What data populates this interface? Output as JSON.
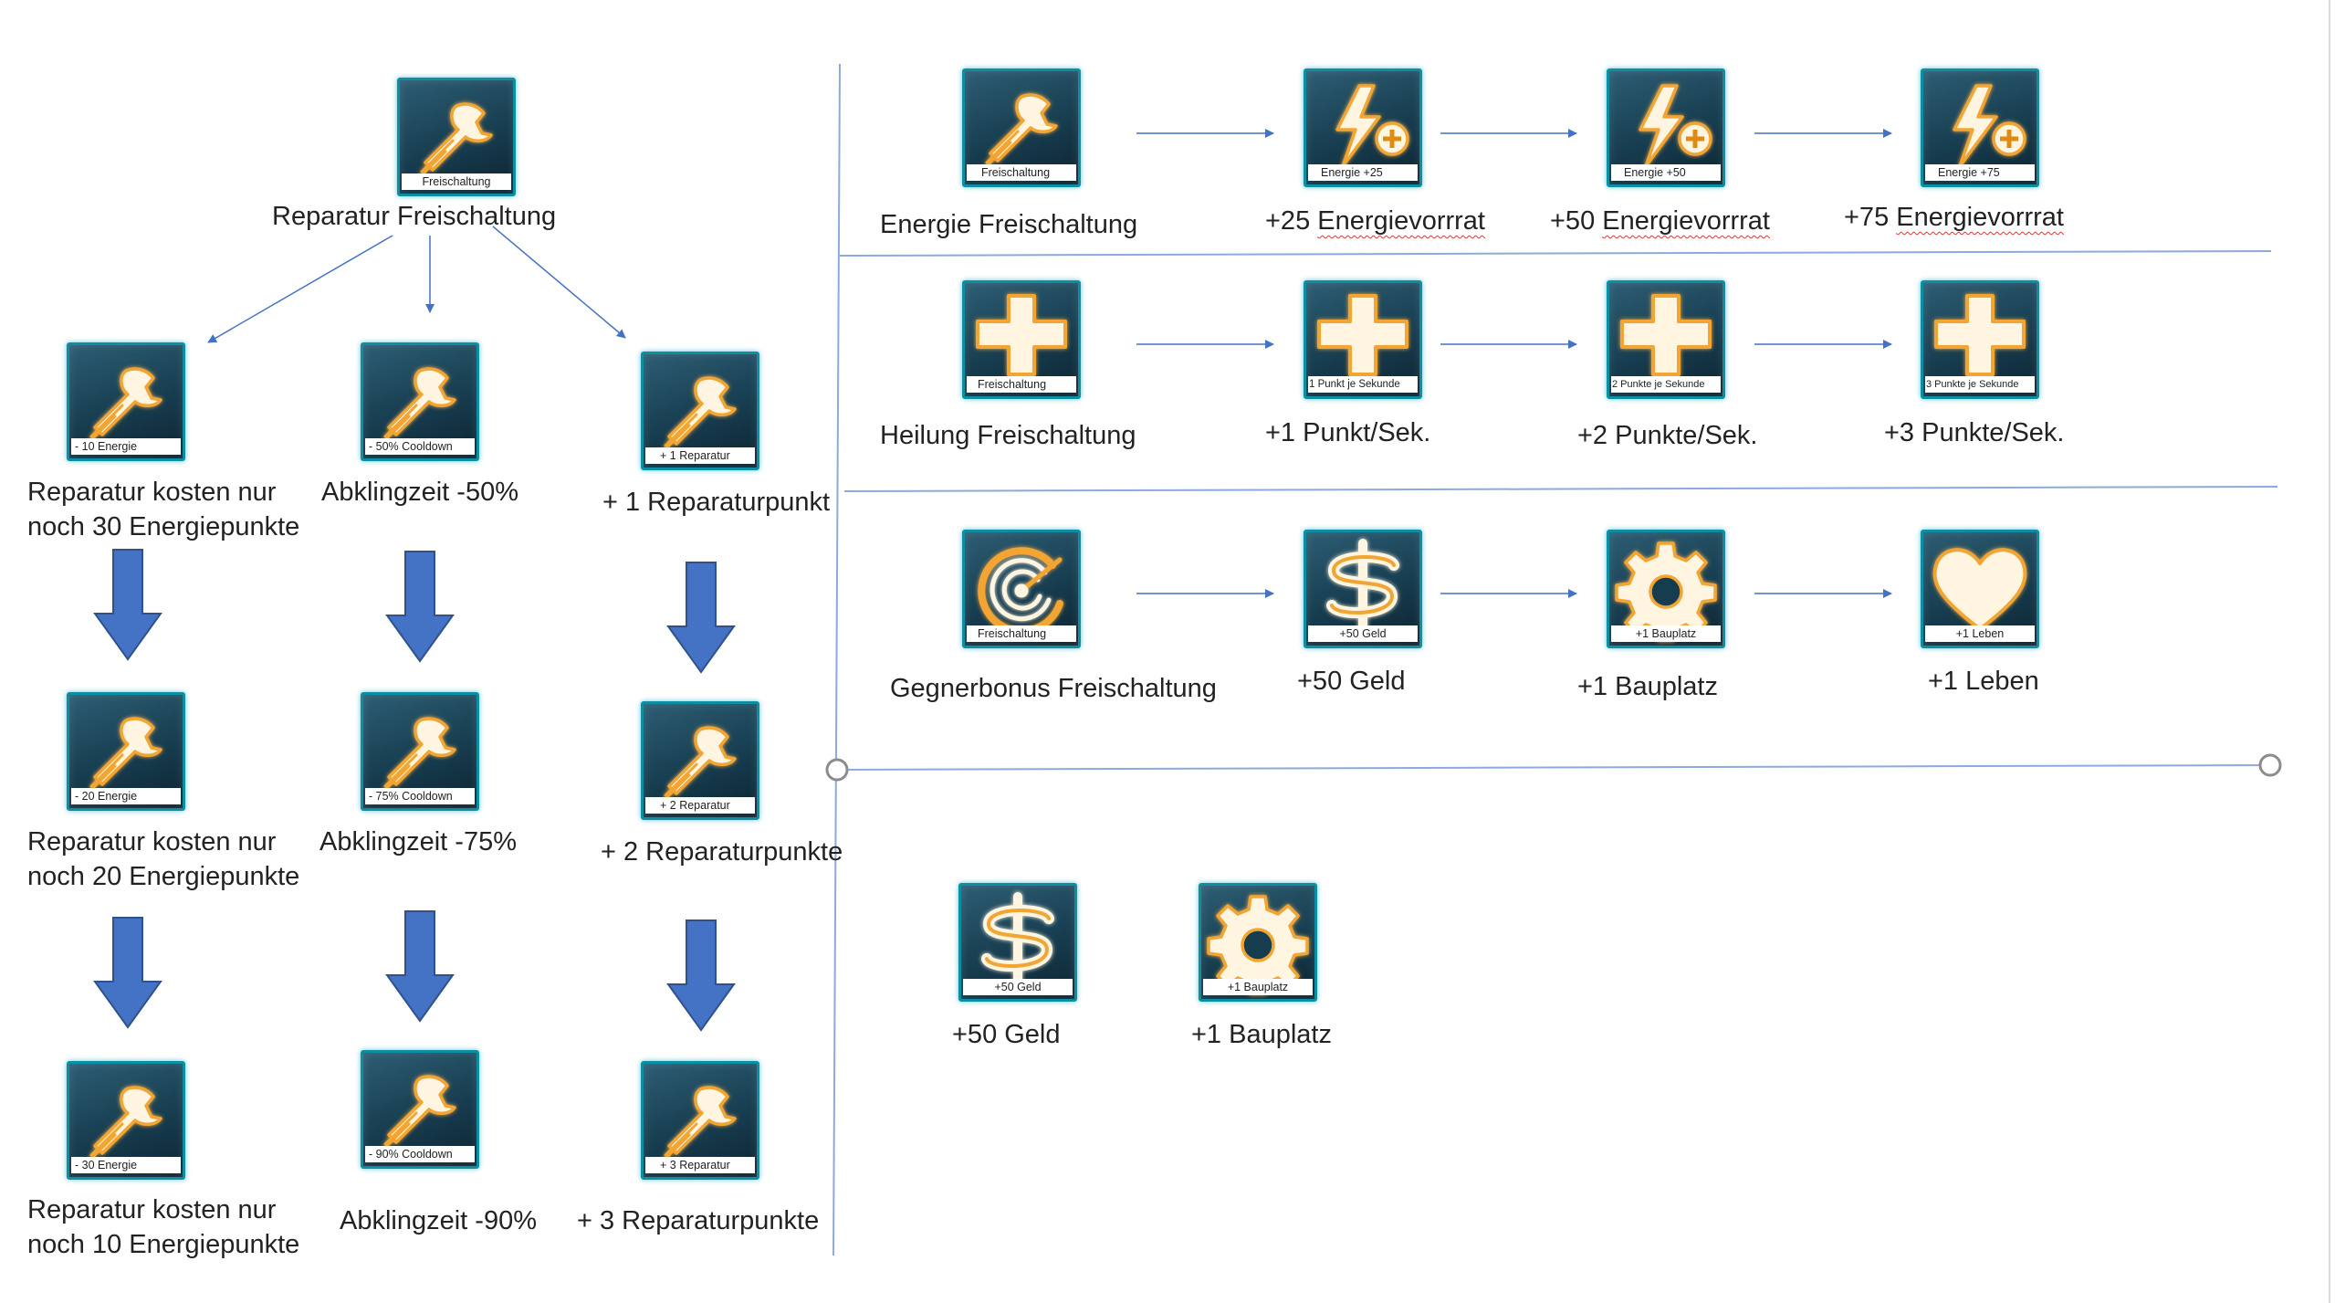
{
  "repair_tree": {
    "root": {
      "caption": "Freischaltung",
      "label": "Reparatur Freischaltung",
      "icon": "wrench-icon"
    },
    "columns": [
      {
        "steps": [
          {
            "caption": "- 10 Energie",
            "label": "Reparatur kosten nur noch 30 Energiepunkte",
            "icon": "wrench-icon"
          },
          {
            "caption": "- 20 Energie",
            "label": "Reparatur kosten nur noch 20 Energiepunkte",
            "icon": "wrench-icon"
          },
          {
            "caption": "- 30 Energie",
            "label": "Reparatur kosten nur noch 10 Energiepunkte",
            "icon": "wrench-icon"
          }
        ]
      },
      {
        "steps": [
          {
            "caption": "- 50% Cooldown",
            "label": "Abklingzeit -50%",
            "icon": "wrench-icon"
          },
          {
            "caption": "- 75% Cooldown",
            "label": "Abklingzeit -75%",
            "icon": "wrench-icon"
          },
          {
            "caption": "- 90% Cooldown",
            "label": "Abklingzeit -90%",
            "icon": "wrench-icon"
          }
        ]
      },
      {
        "steps": [
          {
            "caption": "+ 1 Reparatur",
            "label": "+ 1 Reparaturpunkt",
            "icon": "wrench-icon"
          },
          {
            "caption": "+ 2 Reparatur",
            "label": "+ 2 Reparaturpunkte",
            "icon": "wrench-icon"
          },
          {
            "caption": "+ 3 Reparatur",
            "label": "+ 3 Reparaturpunkte",
            "icon": "wrench-icon"
          }
        ]
      }
    ]
  },
  "rows": [
    {
      "nodes": [
        {
          "caption": "Freischaltung",
          "label": "Energie Freischaltung",
          "icon": "wrench-icon"
        },
        {
          "caption": "Energie +25",
          "label": "+25 Energievorrrat",
          "icon": "lightning-plus-icon"
        },
        {
          "caption": "Energie +50",
          "label": "+50 Energievorrrat",
          "icon": "lightning-plus-icon"
        },
        {
          "caption": "Energie +75",
          "label": "+75 Energievorrrat",
          "icon": "lightning-plus-icon"
        }
      ]
    },
    {
      "nodes": [
        {
          "caption": "Freischaltung",
          "label": "Heilung Freischaltung",
          "icon": "cross-icon"
        },
        {
          "caption": "1 Punkt je Sekunde",
          "label": "+1 Punkt/Sek.",
          "icon": "cross-icon"
        },
        {
          "caption": "2 Punkte je Sekunde",
          "label": "+2 Punkte/Sek.",
          "icon": "cross-icon"
        },
        {
          "caption": "3 Punkte je Sekunde",
          "label": "+3 Punkte/Sek.",
          "icon": "cross-icon"
        }
      ]
    },
    {
      "nodes": [
        {
          "caption": "Freischaltung",
          "label": "Gegnerbonus Freischaltung",
          "icon": "radar-icon"
        },
        {
          "caption": "+50 Geld",
          "label": "+50 Geld",
          "icon": "dollar-icon"
        },
        {
          "caption": "+1 Bauplatz",
          "label": "+1 Bauplatz",
          "icon": "gear-icon"
        },
        {
          "caption": "+1 Leben",
          "label": "+1 Leben",
          "icon": "heart-icon"
        }
      ]
    }
  ],
  "extras": [
    {
      "caption": "+50 Geld",
      "label": "+50 Geld",
      "icon": "dollar-icon"
    },
    {
      "caption": "+1 Bauplatz",
      "label": "+1 Bauplatz",
      "icon": "gear-icon"
    }
  ],
  "colors": {
    "icon_glow": "#f2a533",
    "icon_frame": "#0c8fa3",
    "arrow_blue": "#4472c4",
    "line_blue": "#8ea9db"
  }
}
